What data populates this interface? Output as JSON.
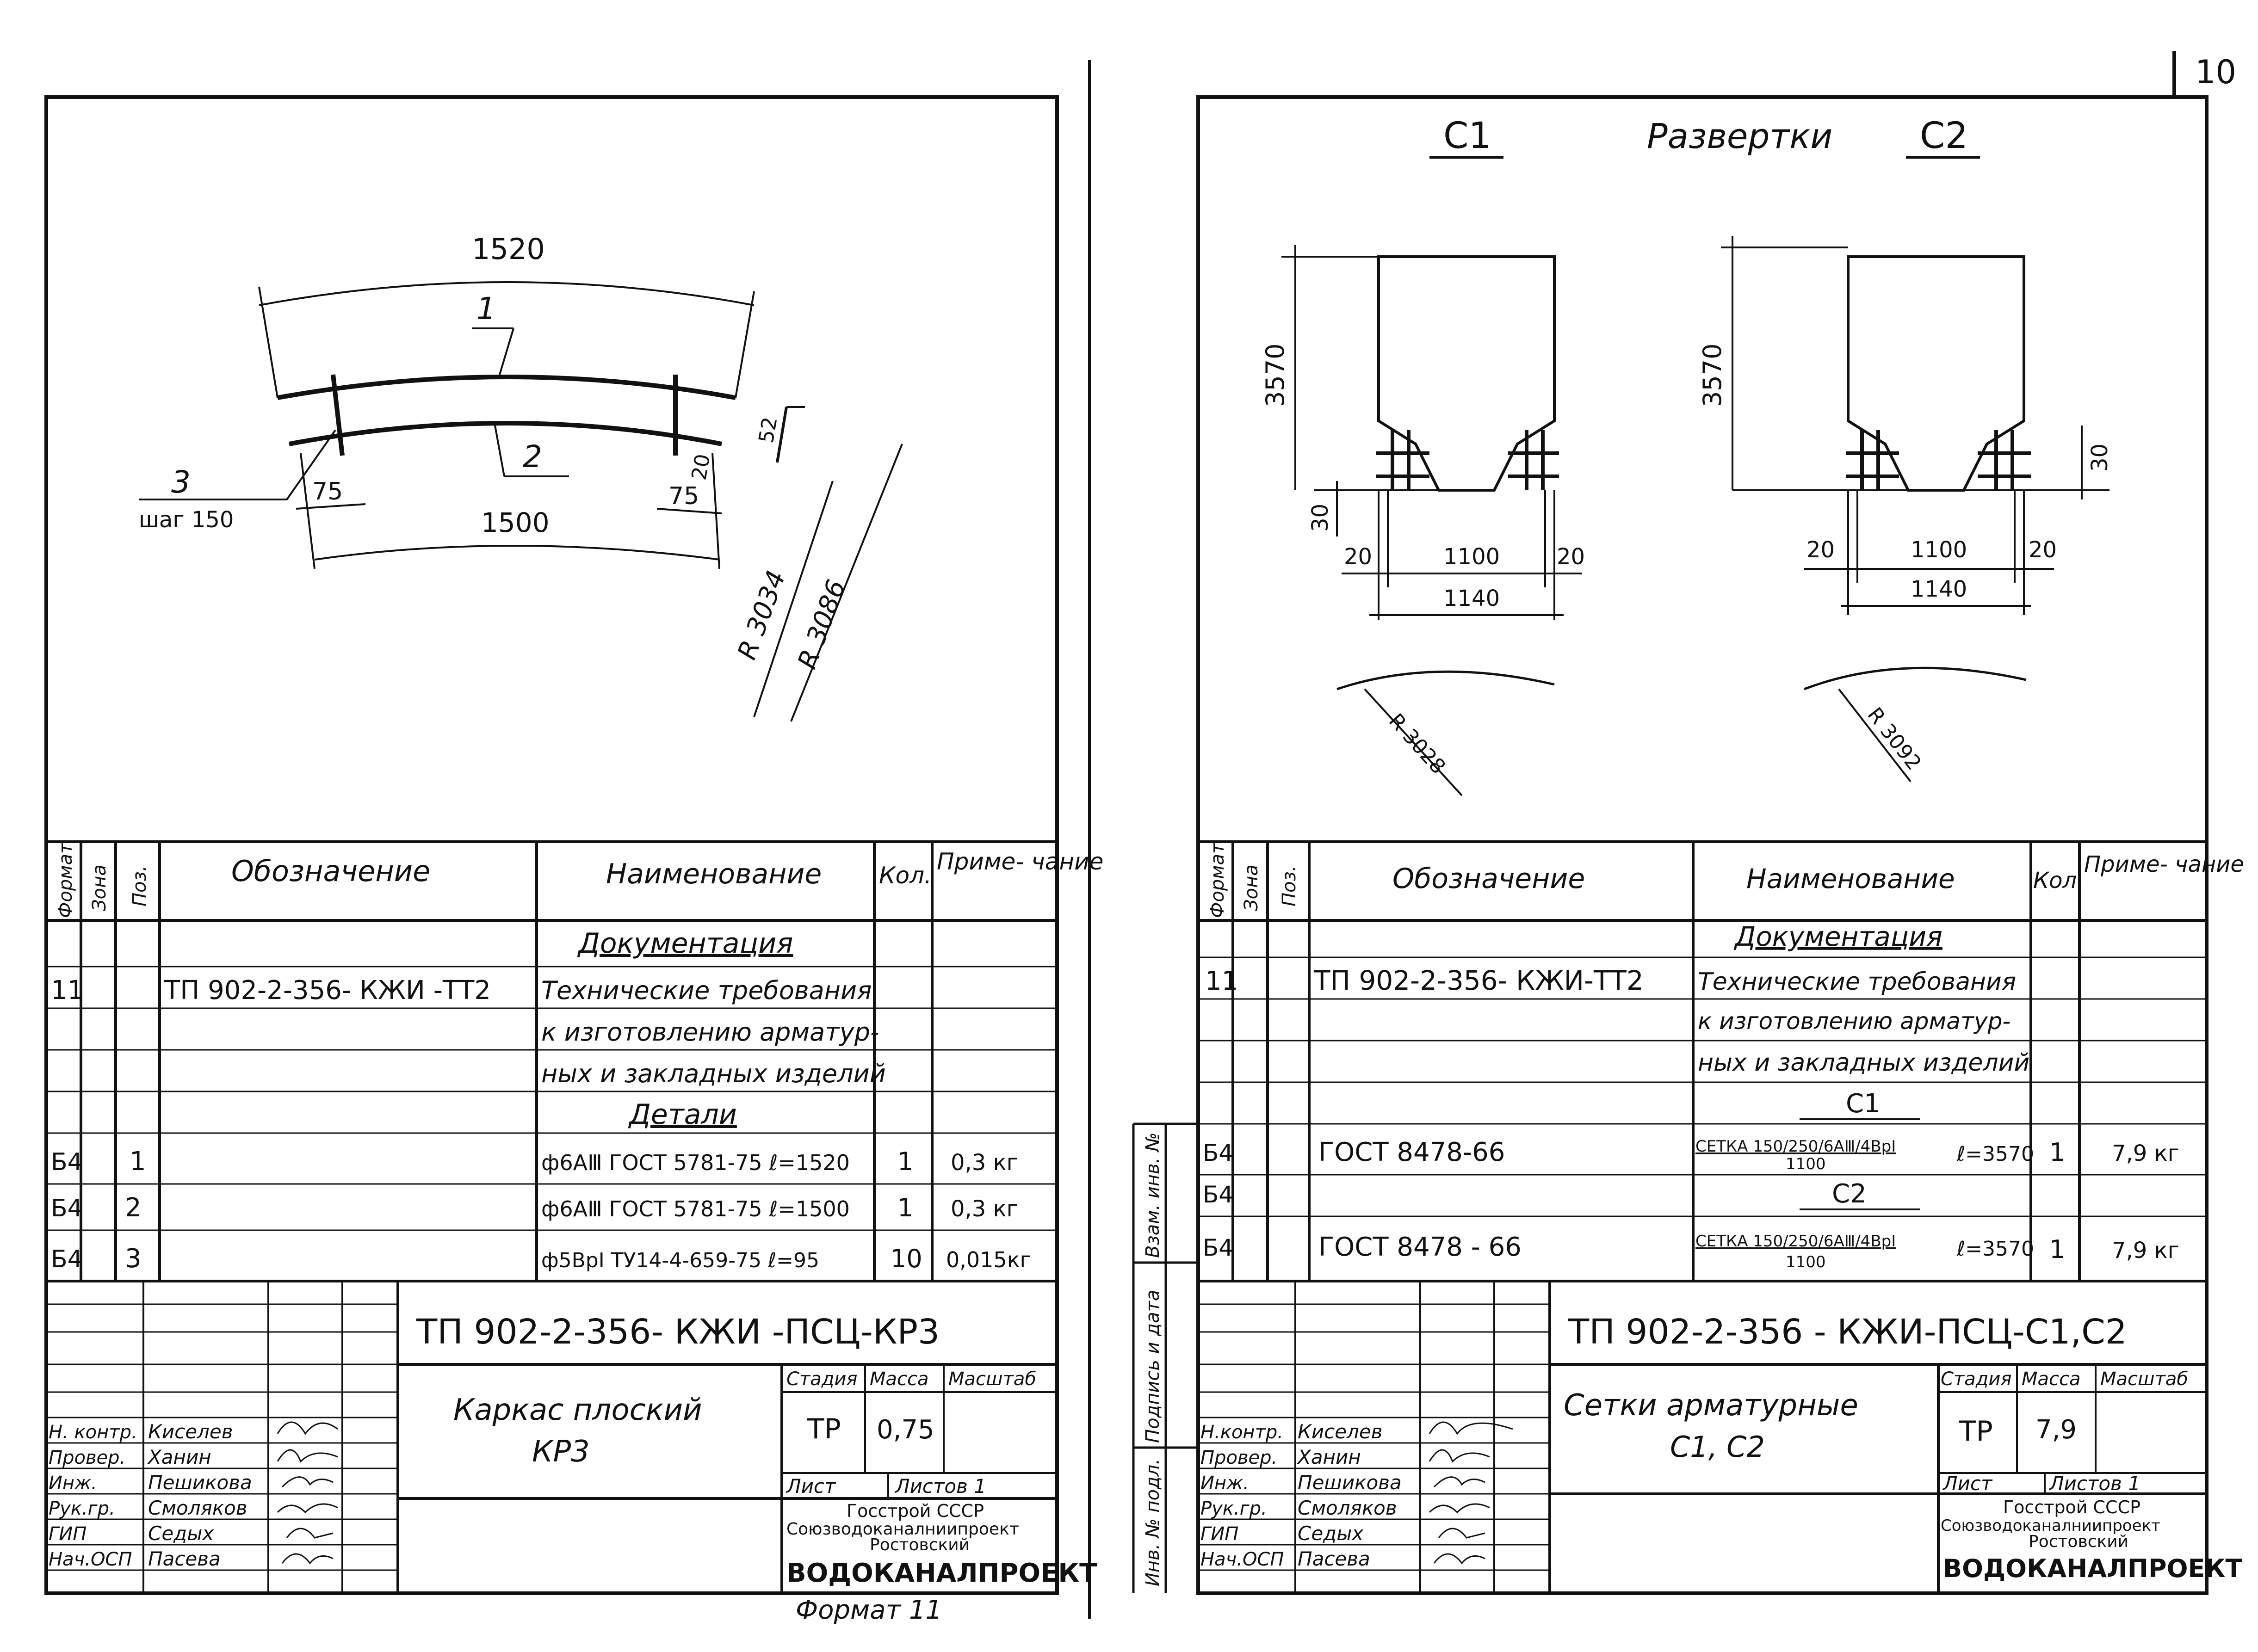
{
  "page_number": "10",
  "left_sheet": {
    "drawing": {
      "dims": {
        "top_length": "1520",
        "bottom_length": "1500",
        "end_75_left": "75",
        "end_75_right": "75",
        "small_20": "20",
        "small_52": "52",
        "radius_outer": "R 3086",
        "radius_inner": "R 3034"
      },
      "callouts": {
        "pos1": "1",
        "pos2": "2",
        "pos3": "3",
        "step": "шаг 150"
      }
    },
    "spec": {
      "headers": {
        "format": "Формат",
        "zone": "Зона",
        "pos": "Поз.",
        "designation": "Обозначение",
        "name": "Наименование",
        "qty": "Кол.",
        "note": "Приме- чание"
      },
      "section_docs": "Документация",
      "doc_row": {
        "format": "11",
        "designation": "ТП 902-2-356- КЖИ -ТТ2",
        "name_lines": [
          "Технические требования",
          "к изготовлению арматур-",
          "ных и закладных изделий"
        ]
      },
      "section_details": "Детали",
      "rows": [
        {
          "format": "Б4",
          "pos": "1",
          "name": "ф6АⅢ ГОСТ 5781-75  ℓ=1520",
          "qty": "1",
          "note": "0,3 кг"
        },
        {
          "format": "Б4",
          "pos": "2",
          "name": "ф6АⅢ ГОСТ 5781-75  ℓ=1500",
          "qty": "1",
          "note": "0,3 кг"
        },
        {
          "format": "Б4",
          "pos": "3",
          "name": "ф5ВрⅠ  ТУ14-4-659-75  ℓ=95",
          "qty": "10",
          "note": "0,015кг"
        }
      ]
    },
    "title_block": {
      "code": "ТП 902-2-356-  КЖИ -ПСЦ-КР3",
      "title_lines": [
        "Каркас  плоский",
        "КР3"
      ],
      "stage_label": "Стадия",
      "mass_label": "Масса",
      "scale_label": "Масштаб",
      "stage": "ТР",
      "mass": "0,75",
      "sheet_label": "Лист",
      "sheets_label": "Листов  1",
      "org_lines": [
        "Госстрой СССР",
        "Союзводоканалниипроект",
        "Ростовский"
      ],
      "org_main": "ВОДОКАНАЛПРОЕКТ",
      "people": [
        {
          "role": "Н. контр.",
          "name": "Киселев"
        },
        {
          "role": "Провер.",
          "name": "Ханин"
        },
        {
          "role": "Инж.",
          "name": "Пешикова"
        },
        {
          "role": "Рук.гр.",
          "name": "Смоляков"
        },
        {
          "role": "ГИП",
          "name": "Седых"
        },
        {
          "role": "Нач.ОСП",
          "name": "Пасева"
        }
      ],
      "format_label": "Формат 11"
    }
  },
  "right_sheet": {
    "drawing": {
      "label_c1": "С1",
      "label_c2": "С2",
      "title": "Развертки",
      "c1": {
        "height": "3570",
        "bottom": "30",
        "left": "20",
        "mid": "1100",
        "right": "20",
        "total": "1140",
        "radius": "R 3028"
      },
      "c2": {
        "height": "3570",
        "bottom": "30",
        "left": "20",
        "mid": "1100",
        "right": "20",
        "total": "1140",
        "radius": "R 3092"
      }
    },
    "side_stamp": [
      "Инв. № подл.",
      "Подпись и дата",
      "Взам. инв. №"
    ],
    "spec": {
      "headers": {
        "format": "Формат",
        "zone": "Зона",
        "pos": "Поз.",
        "designation": "Обозначение",
        "name": "Наименование",
        "qty": "Кол.",
        "note": "Приме- чание"
      },
      "section_docs": "Документация",
      "doc_row": {
        "format": "11",
        "designation": "ТП 902-2-356- КЖИ-ТТ2",
        "name_lines": [
          "Технические требования",
          "к изготовлению арматур-",
          "ных и закладных изделий"
        ]
      },
      "section_c1": "С1",
      "section_c2": "С2",
      "rows": [
        {
          "format": "Б4",
          "designation": "ГОСТ 8478-66",
          "name_top": "СЕТКА 150/250/6АⅢ/4ВрⅠ",
          "name_bottom": "1100",
          "length": "ℓ=3570",
          "qty": "1",
          "note": "7,9 кг"
        },
        {
          "format": "Б4"
        },
        {
          "format": "Б4",
          "designation": "ГОСТ 8478 - 66",
          "name_top": "СЕТКА 150/250/6АⅢ/4ВрⅠ",
          "name_bottom": "1100",
          "length": "ℓ=3570",
          "qty": "1",
          "note": "7,9 кг"
        }
      ]
    },
    "title_block": {
      "code": "ТП 902-2-356 -  КЖИ-ПСЦ-С1,С2",
      "title_lines": [
        "Сетки  арматурные",
        "С1, С2"
      ],
      "stage_label": "Стадия",
      "mass_label": "Масса",
      "scale_label": "Масштаб",
      "stage": "ТР",
      "mass": "7,9",
      "sheet_label": "Лист",
      "sheets_label": "Листов 1",
      "org_lines": [
        "Госстрой СССР",
        "Союзводоканалниипроект",
        "Ростовский"
      ],
      "org_main": "ВОДОКАНАЛПРОЕКТ",
      "people": [
        {
          "role": "Н.контр.",
          "name": "Киселев"
        },
        {
          "role": "Провер.",
          "name": "Ханин"
        },
        {
          "role": "Инж.",
          "name": "Пешикова"
        },
        {
          "role": "Рук.гр.",
          "name": "Смоляков"
        },
        {
          "role": "ГИП",
          "name": "Седых"
        },
        {
          "role": "Нач.ОСП",
          "name": "Пасева"
        }
      ]
    }
  }
}
